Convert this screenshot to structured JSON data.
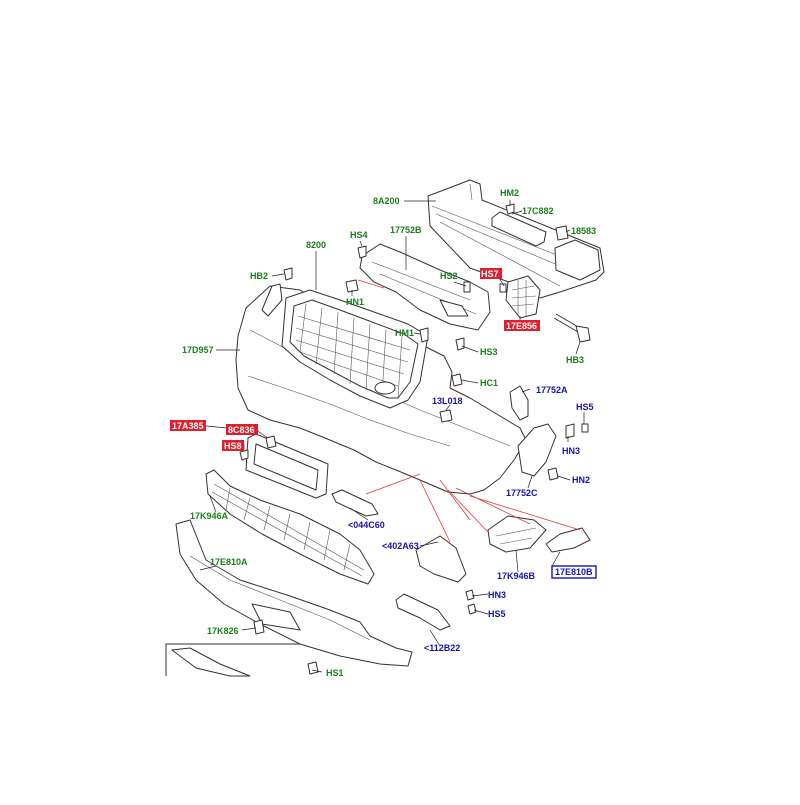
{
  "colors": {
    "green_label": "#1a7f1a",
    "blue_label": "#1414b4",
    "red_highlight": "#e01e2e",
    "box_highlight": "#2222cc"
  },
  "labels": {
    "green": [
      "8A200",
      "HM2",
      "17C882",
      "18583",
      "HS4",
      "17752B",
      "8200",
      "HB2",
      "HS2",
      "HN1",
      "HM1",
      "HS3",
      "HB3",
      "17D957",
      "HC1",
      "17K946A",
      "17E810A",
      "17K826",
      "HS1"
    ],
    "blue": [
      "13L018",
      "17752A",
      "HS5",
      "HN3",
      "HN2",
      "17752C",
      "<044C60",
      "<402A63",
      "17K946B",
      "HN3",
      "HS5",
      "<112B22"
    ],
    "red": [
      "HS7",
      "17E856",
      "17A385",
      "8C836",
      "HS8"
    ],
    "boxed": [
      "17E810B"
    ]
  }
}
